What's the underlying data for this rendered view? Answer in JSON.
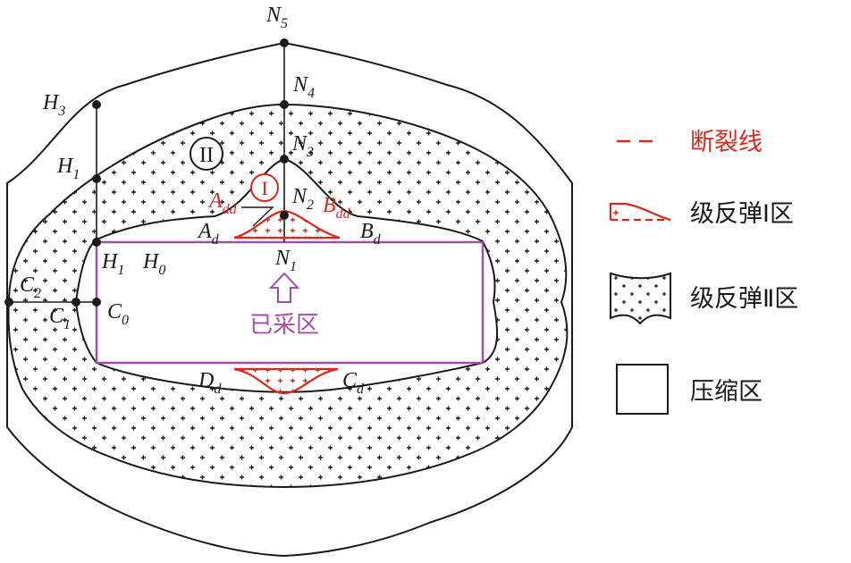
{
  "diagram": {
    "points": {
      "N5": {
        "base": "N",
        "sub": "5"
      },
      "N4": {
        "base": "N",
        "sub": "4"
      },
      "N3": {
        "base": "N",
        "sub": "3"
      },
      "N2": {
        "base": "N",
        "sub": "2"
      },
      "N1": {
        "base": "N",
        "sub": "1"
      },
      "H3": {
        "base": "H",
        "sub": "3"
      },
      "H1_upper": {
        "base": "H",
        "sub": "1"
      },
      "H1_lower": {
        "base": "H",
        "sub": "1"
      },
      "H0": {
        "base": "H",
        "sub": "0"
      },
      "C2": {
        "base": "C",
        "sub": "2"
      },
      "C1": {
        "base": "C",
        "sub": "1"
      },
      "C0": {
        "base": "C",
        "sub": "0"
      },
      "Ad": {
        "base": "A",
        "sub": "d"
      },
      "Bd": {
        "base": "B",
        "sub": "d"
      },
      "Add": {
        "base": "A",
        "sub": "dd"
      },
      "Bdd": {
        "base": "B",
        "sub": "dd"
      },
      "Cd": {
        "base": "C",
        "sub": "d"
      },
      "Dd": {
        "base": "D",
        "sub": "d"
      }
    },
    "zone_markers": {
      "zone1": "I",
      "zone2": "II"
    },
    "mined_area_label": "已采区"
  },
  "legend": {
    "fracture_line": "断裂线",
    "rebound_zone_1": "级反弹Ⅰ区",
    "rebound_zone_2": "级反弹Ⅱ区",
    "compression_zone": "压缩区"
  },
  "colors": {
    "line": "#1a1a1a",
    "fracture_red": "#d62a1e",
    "goaf_purple": "#a04ea8"
  }
}
